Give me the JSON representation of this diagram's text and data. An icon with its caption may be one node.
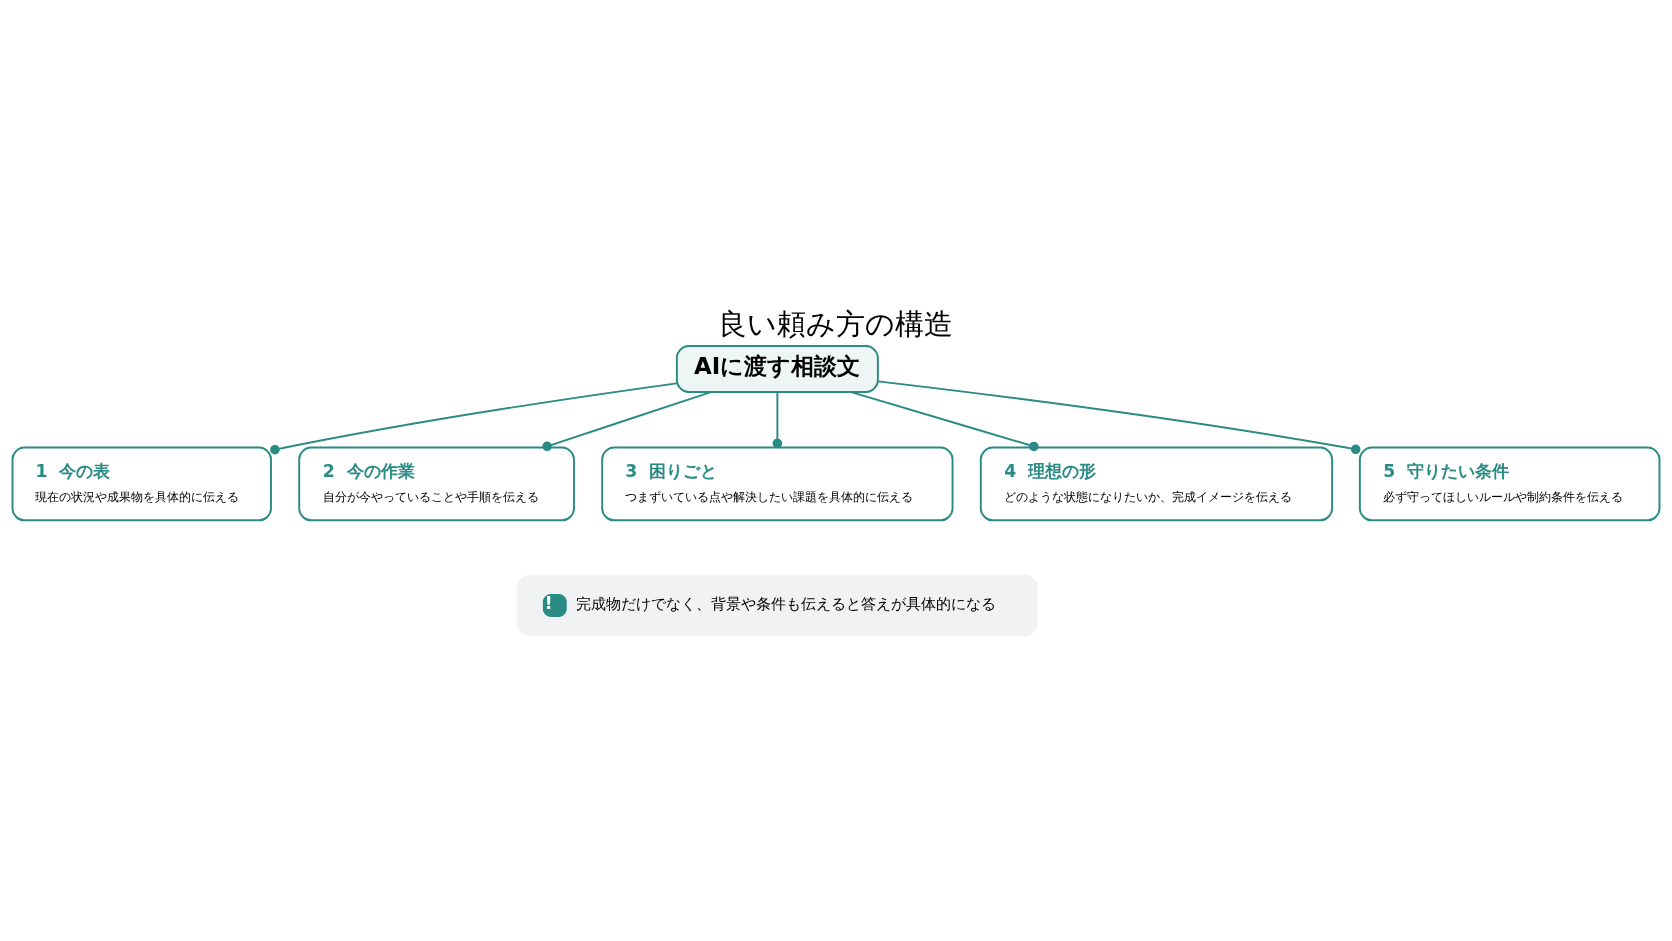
{
  "diagram": {
    "title": "良い頼み方の構造",
    "nodes": [
      {
        "text": [
          "AIに渡す相談文"
        ]
      },
      {
        "text": [
          "1",
          "今の表",
          "現在の状況や成果物を具体的に伝える"
        ]
      },
      {
        "text": [
          "2",
          "今の作業",
          "自分が今やっていることや手順を伝える"
        ]
      },
      {
        "text": [
          "3",
          "困りごと",
          "つまずいている点や解決したい課題を具体的に伝える"
        ]
      },
      {
        "text": [
          "4",
          "理想の形",
          "どのような状態になりたいか、完成イメージを伝える"
        ]
      },
      {
        "text": [
          "5",
          "守りたい条件",
          "必ず守ってほしいルールや制約条件を伝える"
        ]
      },
      {
        "text": [
          "!",
          "完成物だけでなく、背景や条件も伝えると答えが具体的になる"
        ]
      }
    ],
    "edges": [
      {
        "from": 0,
        "to": 1,
        "arrow": "other"
      },
      {
        "from": 0,
        "to": 2,
        "arrow": "other"
      },
      {
        "from": 0,
        "to": 3,
        "arrow": "other"
      },
      {
        "from": 0,
        "to": 4,
        "arrow": "other"
      },
      {
        "from": 0,
        "to": 5,
        "arrow": "other"
      }
    ]
  }
}
